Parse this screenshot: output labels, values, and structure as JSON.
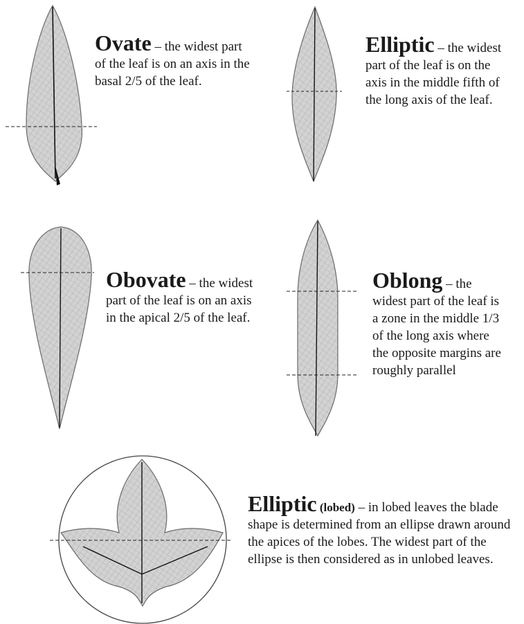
{
  "colors": {
    "leaf_fill": "#cfcfcf",
    "leaf_stroke": "#6a6a6a",
    "midrib": "#111111",
    "guide_line": "#222222"
  },
  "entries": [
    {
      "term": "Ovate",
      "text": " – the widest part of the leaf is on an axis in the basal 2/5 of the leaf."
    },
    {
      "term": "Elliptic",
      "text": " – the widest part of the leaf is on the axis in the middle fifth of the long axis of the leaf."
    },
    {
      "term": "Obovate",
      "text": " – the widest part of the leaf is on an axis in the apical 2/5 of the leaf."
    },
    {
      "term": "Oblong",
      "text": " – the widest part of the leaf is a zone in the middle 1/3 of the long axis where the opposite margins are roughly parallel"
    },
    {
      "term": "Elliptic",
      "qualifier": " (lobed)",
      "text": " – in lobed leaves the blade shape is determined from an ellipse drawn around the apices of the lobes. The widest part of the ellipse is then considered as in unlobed leaves."
    }
  ]
}
